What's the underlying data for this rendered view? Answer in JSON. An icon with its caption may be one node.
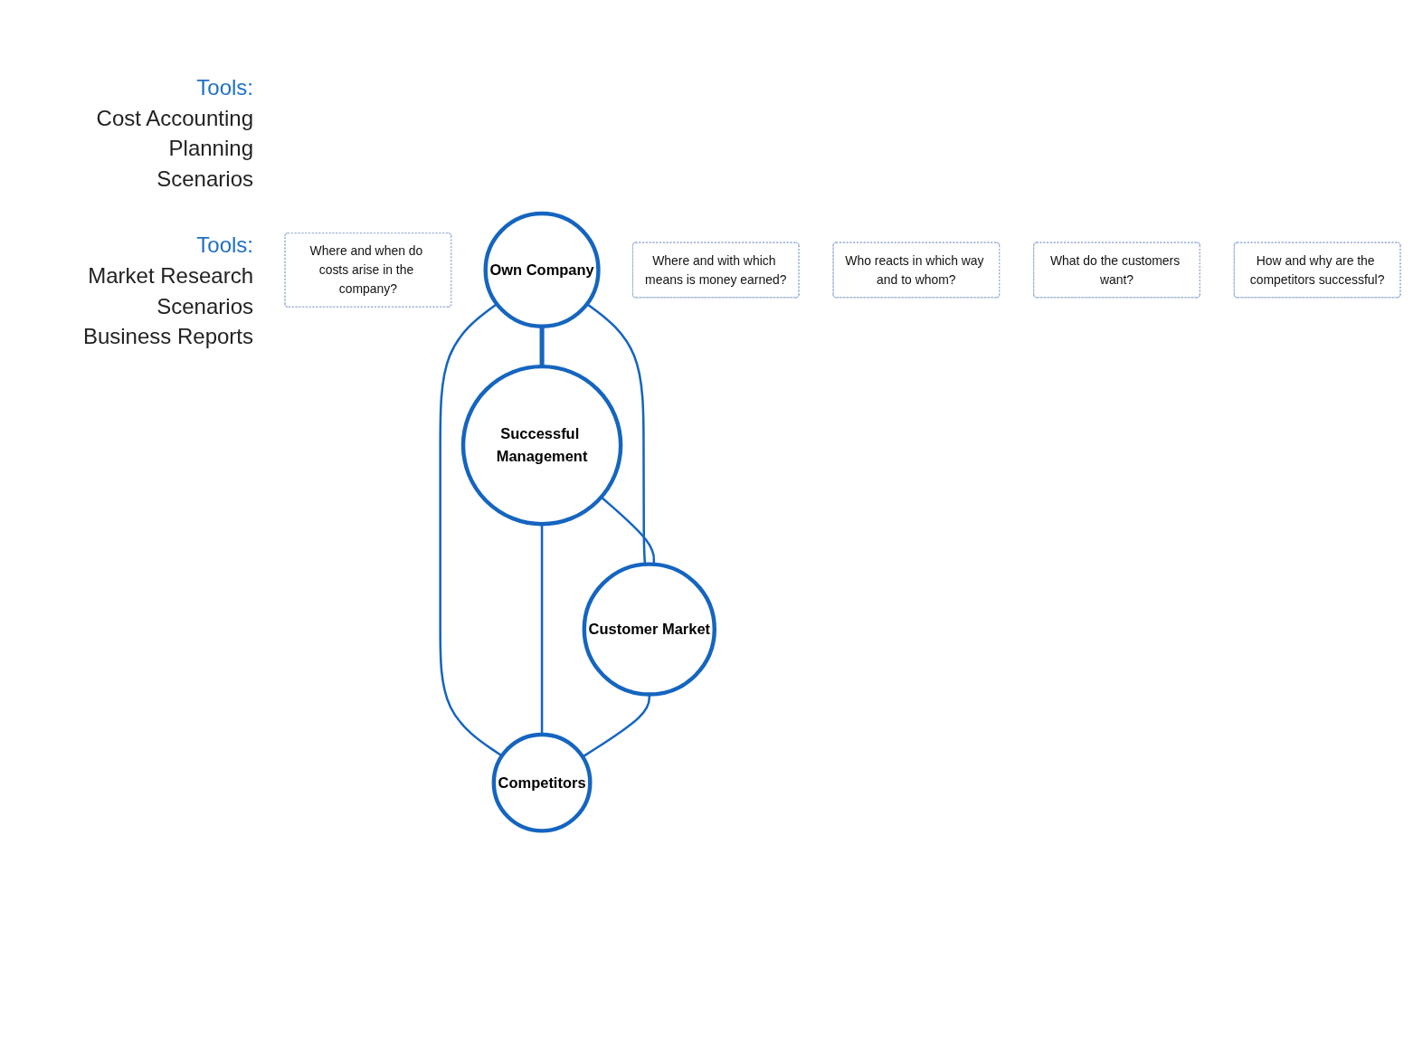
{
  "diagram": {
    "nodes": [
      {
        "text": [
          "Where and when do costs arise in the company?"
        ]
      },
      {
        "text": [
          "Own Company"
        ]
      },
      {
        "text": [
          "Where and with which means is money earned?"
        ]
      },
      {
        "text": [
          "Who reacts in which way and to whom?"
        ]
      },
      {
        "text": [
          "Successful Management"
        ]
      },
      {
        "text": [
          "What do the customers want?"
        ]
      },
      {
        "text": [
          "Customer Market"
        ]
      },
      {
        "text": [
          "How and why are the competitors successful?"
        ]
      },
      {
        "text": [
          "Competitors"
        ]
      }
    ],
    "edges": [
      {
        "from": 1,
        "to": 4,
        "arrow": "none",
        "style": "thick"
      },
      {
        "from": 1,
        "to": 6,
        "arrow": "none"
      },
      {
        "from": 1,
        "to": 8,
        "arrow": "none"
      },
      {
        "from": 4,
        "to": 6,
        "arrow": "none"
      },
      {
        "from": 4,
        "to": 8,
        "arrow": "none"
      },
      {
        "from": 6,
        "to": 8,
        "arrow": "none"
      }
    ],
    "labels": [
      "Tools:",
      "Cost Accounting",
      "Planning",
      "Scenarios",
      "Tools:",
      "Market Research",
      "Scenarios",
      "Business Reports"
    ]
  }
}
